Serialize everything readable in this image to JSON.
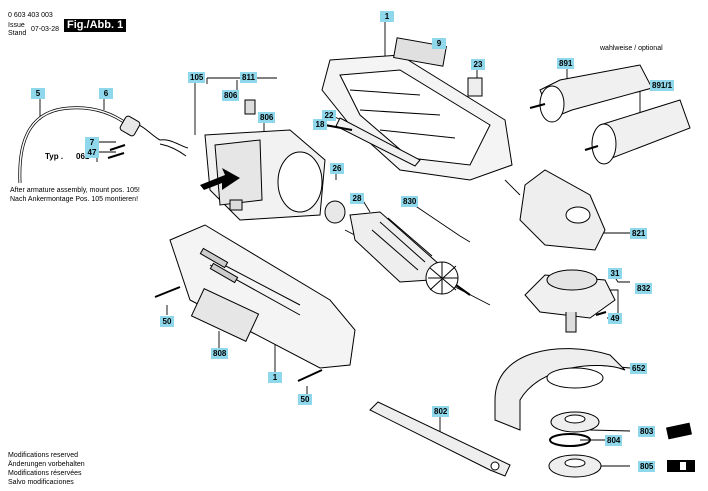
{
  "header": {
    "doc_number": "0 603 403 003",
    "issue_label": "Issue",
    "stand_label": "Stand",
    "issue_date": "07-03-28",
    "figure_label": "Fig./Abb. 1"
  },
  "notes": {
    "optional": "wahlweise / optional",
    "type_prefix": "Typ .",
    "type_code": "061",
    "assembly_en": "After armature assembly, mount pos. 105!",
    "assembly_de": "Nach Ankermontage Pos. 105 montieren!"
  },
  "footer": {
    "lines": [
      "Modifications reserved",
      "Änderungen vorbehalten",
      "Modifications réservées",
      "Salvo modificaciones"
    ]
  },
  "parts": [
    "1",
    "9",
    "23",
    "891",
    "891/1",
    "5",
    "6",
    "105",
    "811",
    "806",
    "806",
    "22",
    "18",
    "7",
    "47",
    "26",
    "28",
    "830",
    "821",
    "31",
    "832",
    "49",
    "50",
    "808",
    "1",
    "50",
    "652",
    "802",
    "803",
    "804",
    "805"
  ],
  "colors": {
    "label_fill": "#8fd8ec",
    "line": "#000000"
  }
}
